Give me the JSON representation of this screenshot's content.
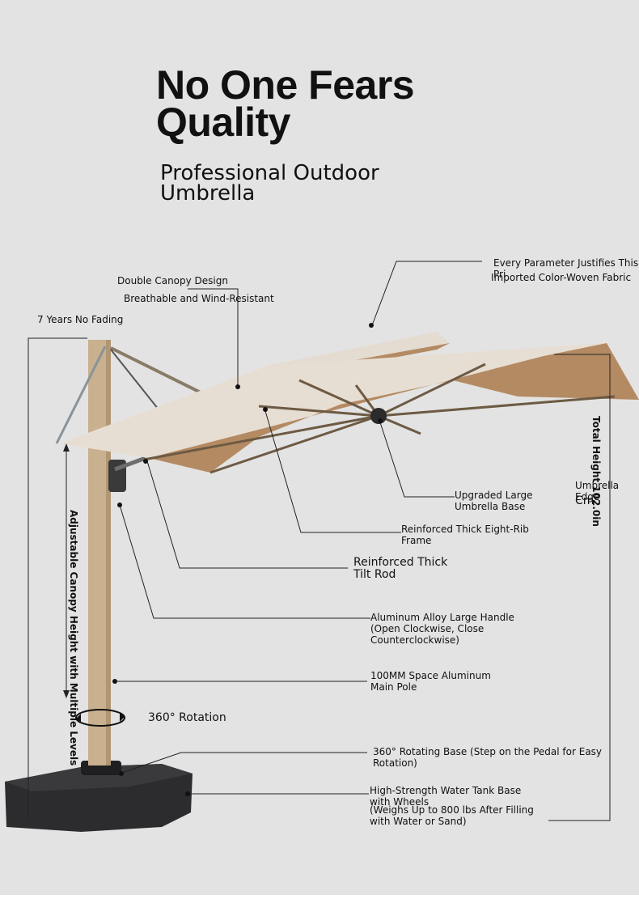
{
  "headline": "No One Fears\nQuality",
  "subheadline": "Professional Outdoor\nUmbrella",
  "labels": {
    "double_canopy": "Double Canopy Design",
    "breathable": "Breathable and Wind-Resistant",
    "no_fading": "7 Years No Fading",
    "every_parameter": "Every Parameter Justifies This Pri",
    "imported_fabric": "Imported Color-Woven Fabric",
    "upgraded_base": "Upgraded Large\nUmbrella Base",
    "eight_rib": "Reinforced Thick Eight-Rib\nFrame",
    "tilt_rod": "Reinforced Thick\nTilt Rod",
    "handle": "Aluminum Alloy Large Handle\n(Open Clockwise, Close\nCounterclockwise)",
    "main_pole": "100MM Space Aluminum\nMain Pole",
    "rotation": "360° Rotation",
    "rotating_base": "360° Rotating Base (Step on the Pedal for Easy Rotation)",
    "water_tank": "High-Strength Water Tank Base\nwith Wheels",
    "weighs": "(Weighs Up to 800 lbs After Filling\nwith Water or Sand)",
    "umbrella_edge": "Umbrella Edge",
    "cm_partial": "Cm",
    "total_height": "Total Height 102.0in",
    "adjustable_height": "Adjustable Canopy Height with Multiple Levels"
  },
  "colors": {
    "background": "#e3e3e3",
    "canopy_top": "#e4dbd1",
    "canopy_under": "#b48a63",
    "pole": "#c9b08e",
    "base": "#2c2c2e",
    "line": "#222222"
  }
}
